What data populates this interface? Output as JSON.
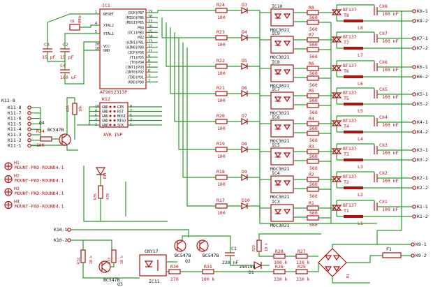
{
  "mcu": {
    "ref": "IC1",
    "part": "AT90S2313P",
    "left_pins": [
      "RESET",
      "XTAL2",
      "XTAL1",
      "VCC",
      "GND"
    ],
    "right_pins": [
      "(SCK)PB7",
      "(MISO)PB6",
      "(MOSI)PB5",
      "PB4",
      "(OC1)PB3",
      "PB2",
      "(AIN1)PB1",
      "(AIN0)PB0",
      "(ICP)PD6",
      "(T1)PD5",
      "(T0)PD4",
      "(INT1)PD3",
      "(INT0)PD2",
      "(TXD)PD1",
      "(RXD)PD0"
    ],
    "right_numbers": [
      "19",
      "18",
      "17",
      "16",
      "15",
      "14",
      "13",
      "12",
      "11",
      "9",
      "8",
      "7",
      "6",
      "3",
      "2"
    ],
    "left_numbers": [
      "1",
      "4",
      "5",
      "20",
      "10"
    ]
  },
  "crystal": {
    "ref": "Q1",
    "value": "4MHz"
  },
  "caps_top": [
    {
      "ref": "C3",
      "value": "15 pF"
    },
    {
      "ref": "C2",
      "value": "15 pF"
    },
    {
      "ref": "C4",
      "value": "100 uF"
    }
  ],
  "isp": {
    "ref": "K12",
    "title": "AVR ISP",
    "left_pins": [
      "GND",
      "GND",
      "GND",
      "GND",
      "GND"
    ],
    "right_pins": [
      "GTB",
      "RST",
      "MOSI",
      "MISO",
      "SCK"
    ],
    "left_numbers": [
      "10",
      "8",
      "6",
      "4",
      "2"
    ],
    "right_numbers": [
      "9",
      "7",
      "5",
      "3",
      "1"
    ]
  },
  "r26": {
    "ref": "R26",
    "value": "10k"
  },
  "k11": {
    "header": "K11-8",
    "labels": [
      "K11-8",
      "K11-7",
      "K11-6",
      "K11-5",
      "K11-4",
      "K11-3",
      "K11-2",
      "K11-1"
    ]
  },
  "q4": {
    "ref": "Q4",
    "part": "BC547B"
  },
  "r34": {
    "ref": "R34",
    "value": "10K"
  },
  "mounts": [
    {
      "ref": "H1",
      "label": "MOUNT-PAD-ROUND4.1"
    },
    {
      "ref": "H2",
      "label": "MOUNT-PAD-ROUND4.1"
    },
    {
      "ref": "H3",
      "label": "MOUNT-PAD-ROUND4.1"
    },
    {
      "ref": "H4",
      "label": "MOUNT-PAD-ROUND4.1"
    }
  ],
  "d11": {
    "ref": "D11"
  },
  "r35": {
    "ref": "R35",
    "value": "470"
  },
  "k10": {
    "labels": [
      "K10-1",
      "K10-2"
    ]
  },
  "q3": {
    "ref": "Q3",
    "part": "BC547B"
  },
  "r32": {
    "ref": "R32",
    "value": "10 k"
  },
  "r33": {
    "ref": "R33",
    "value": "10 k"
  },
  "ic11": {
    "ref": "IC11",
    "part": "CNY17"
  },
  "q2": {
    "ref": "Q2",
    "part": "BC547B"
  },
  "r30": {
    "ref": "R30",
    "value": "270"
  },
  "r31": {
    "ref": "R31",
    "value": "100 k"
  },
  "c1": {
    "ref": "C1",
    "value": "220 nF"
  },
  "r29": {
    "ref": "R29",
    "value": "10 k"
  },
  "r28": {
    "ref": "R28",
    "value": "100 k"
  },
  "r27": {
    "ref": "R27",
    "value": "120 k"
  },
  "r26b": {
    "ref": "R26",
    "value": "330 k"
  },
  "r25": {
    "ref": "R25",
    "value": "330 k"
  },
  "d1": {
    "ref": "D1",
    "part": "1N4148"
  },
  "b1": {
    "ref": "B1"
  },
  "f1": {
    "ref": "F1"
  },
  "k9": {
    "labels": [
      "K9-1",
      "K9-2"
    ]
  },
  "channels": [
    {
      "ic": "IC10",
      "r_in": "R24",
      "r_in_val": "100",
      "d": "D3",
      "r_a": "R8",
      "r_a_val": "560",
      "r_b_val": "560",
      "tr": "BT137",
      "tr_ref": "T8",
      "c": "CX8",
      "c_val": "100 nF",
      "l": "L8",
      "k": [
        "K8-1",
        "K8-2"
      ],
      "moc": "MOC3021"
    },
    {
      "ic": "IC9",
      "r_in": "R23",
      "r_in_val": "100",
      "d": "D4",
      "r_a": "R7",
      "r_a_val": "560",
      "r_b_val": "560",
      "tr": "BT137",
      "tr_ref": "T7",
      "c": "CX7",
      "c_val": "100 nF",
      "l": "L7",
      "k": [
        "K7-1",
        "K7-2"
      ],
      "moc": "MOC3021"
    },
    {
      "ic": "IC8",
      "r_in": "R22",
      "r_in_val": "100",
      "d": "D5",
      "r_a": "R6",
      "r_a_val": "560",
      "r_b_val": "560",
      "tr": "BT137",
      "tr_ref": "T6",
      "c": "CX6",
      "c_val": "100 nF",
      "l": "L6",
      "k": [
        "K6-1",
        "K6-2"
      ],
      "moc": "MOC3021"
    },
    {
      "ic": "IC7",
      "r_in": "R21",
      "r_in_val": "100",
      "d": "D6",
      "r_a": "R5",
      "r_a_val": "560",
      "r_b_val": "560",
      "tr": "BT137",
      "tr_ref": "T5",
      "c": "CX5",
      "c_val": "100 nF",
      "l": "L5",
      "k": [
        "K5-1",
        "K5-2"
      ],
      "moc": "MOC3021"
    },
    {
      "ic": "IC6",
      "r_in": "R20",
      "r_in_val": "100",
      "d": "D7",
      "r_a": "R4",
      "r_a_val": "560",
      "r_b_val": "560",
      "tr": "BT137",
      "tr_ref": "T4",
      "c": "CX4",
      "c_val": "100 nF",
      "l": "L4",
      "k": [
        "K4-1",
        "K4-2"
      ],
      "moc": "MOC3021"
    },
    {
      "ic": "IC5",
      "r_in": "R19",
      "r_in_val": "100",
      "d": "D8",
      "r_a": "R3",
      "r_a_val": "560",
      "r_b_val": "560",
      "tr": "BT137",
      "tr_ref": "T3",
      "c": "CX3",
      "c_val": "100 nF",
      "l": "L3",
      "k": [
        "K3-1",
        "K3-2"
      ],
      "moc": "MOC3021"
    },
    {
      "ic": "IC4",
      "r_in": "R18",
      "r_in_val": "100",
      "d": "D9",
      "r_a": "R2",
      "r_a_val": "560",
      "r_b_val": "560",
      "tr": "BT137",
      "tr_ref": "T2",
      "c": "CX2",
      "c_val": "100 nF",
      "l": "L2",
      "k": [
        "K2-1",
        "K2-2"
      ],
      "moc": "MOC3021"
    },
    {
      "ic": "IC3",
      "r_in": "R17",
      "r_in_val": "100",
      "d": "D10",
      "r_a": "R1",
      "r_a_val": "560",
      "r_b_val": "560",
      "tr": "BT137",
      "tr_ref": "T1",
      "c": "CX1",
      "c_val": "100 nF",
      "l": "L1",
      "k": [
        "K1-1",
        "K1-2"
      ],
      "moc": "MOC3021"
    }
  ]
}
